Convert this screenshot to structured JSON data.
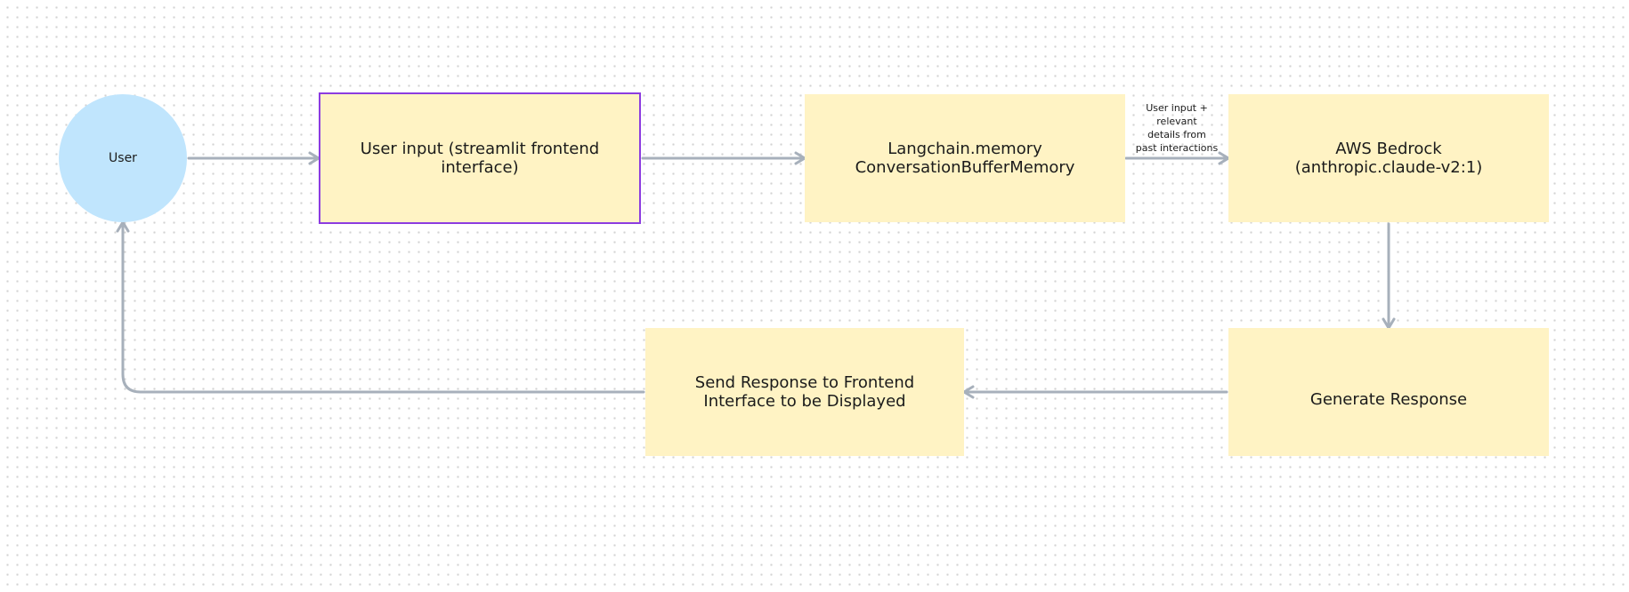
{
  "diagram": {
    "nodes": {
      "user": "User",
      "user_input": "User input (streamlit frontend interface)",
      "memory": "Langchain.memory\nConversationBufferMemory",
      "bedrock": "AWS Bedrock\n(anthropic.claude-v2:1)",
      "generate": "Generate Response",
      "send": "Send Response to Frontend\nInterface to be Displayed"
    },
    "edge_labels": {
      "memory_to_bedrock": "User input +\nrelevant\ndetails from\npast interactions"
    }
  },
  "colors": {
    "circle_fill": "#c0e5fd",
    "box_fill": "#fff3c4",
    "selection_border": "#8c3ce0",
    "connector": "#a7b0bb",
    "canvas_dot": "#d3d3d3"
  }
}
